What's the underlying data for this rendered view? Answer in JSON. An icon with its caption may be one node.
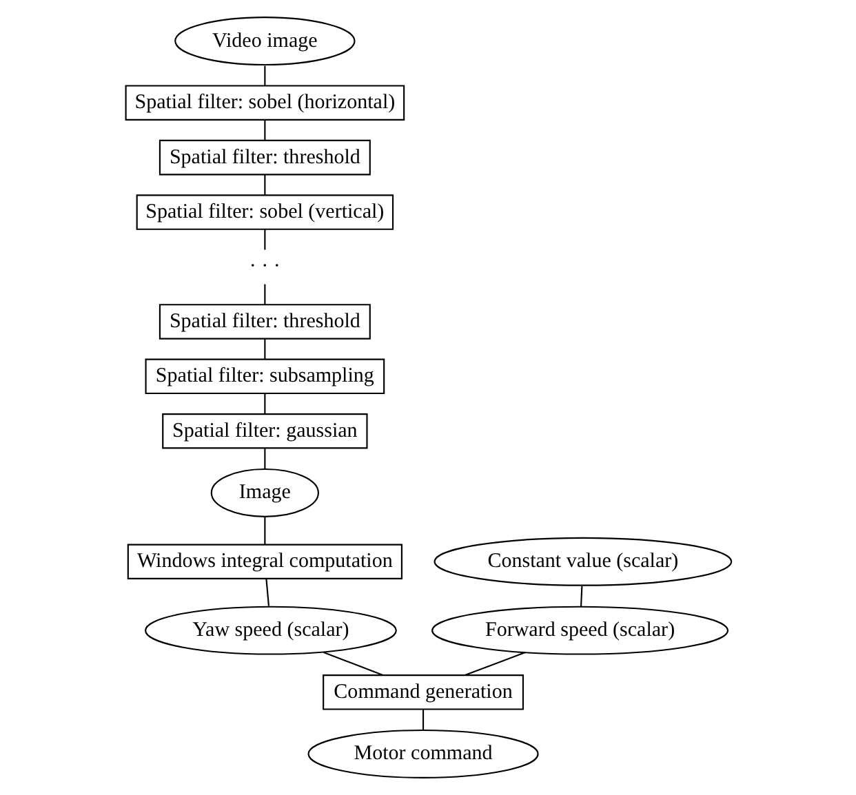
{
  "diagram": {
    "nodes": [
      {
        "text": [
          "Video image"
        ]
      },
      {
        "text": [
          "Spatial filter: sobel (horizontal)"
        ]
      },
      {
        "text": [
          "Spatial filter: threshold"
        ]
      },
      {
        "text": [
          "Spatial filter: sobel (vertical)"
        ]
      },
      {
        "text": [
          "· · ·"
        ]
      },
      {
        "text": [
          "Spatial filter: threshold"
        ]
      },
      {
        "text": [
          "Spatial filter: subsampling"
        ]
      },
      {
        "text": [
          "Spatial filter: gaussian"
        ]
      },
      {
        "text": [
          "Image"
        ]
      },
      {
        "text": [
          "Windows integral computation"
        ]
      },
      {
        "text": [
          "Yaw speed (scalar)"
        ]
      },
      {
        "text": [
          "Constant value (scalar)"
        ]
      },
      {
        "text": [
          "Forward speed (scalar)"
        ]
      },
      {
        "text": [
          "Command generation"
        ]
      },
      {
        "text": [
          "Motor command"
        ]
      }
    ],
    "edges": [
      {
        "from": 0,
        "to": 1,
        "arrow": "none"
      },
      {
        "from": 1,
        "to": 2,
        "arrow": "none"
      },
      {
        "from": 2,
        "to": 3,
        "arrow": "none"
      },
      {
        "from": 3,
        "to": 4,
        "arrow": "none"
      },
      {
        "from": 4,
        "to": 5,
        "arrow": "none"
      },
      {
        "from": 5,
        "to": 6,
        "arrow": "none"
      },
      {
        "from": 6,
        "to": 7,
        "arrow": "none"
      },
      {
        "from": 7,
        "to": 8,
        "arrow": "none"
      },
      {
        "from": 8,
        "to": 9,
        "arrow": "none"
      },
      {
        "from": 9,
        "to": 10,
        "arrow": "none"
      },
      {
        "from": 11,
        "to": 12,
        "arrow": "none"
      },
      {
        "from": 12,
        "to": 13,
        "arrow": "none"
      },
      {
        "from": 10,
        "to": 13,
        "arrow": "none"
      },
      {
        "from": 13,
        "to": 14,
        "arrow": "none"
      }
    ]
  }
}
